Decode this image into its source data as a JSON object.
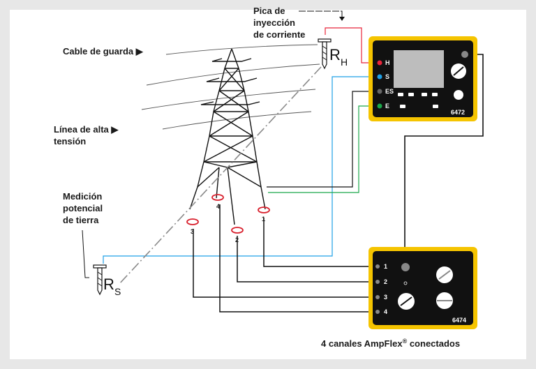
{
  "labels": {
    "injection_line1": "Pica de",
    "injection_line2": "inyección",
    "injection_line3": "de corriente",
    "guard_cable": "Cable de guarda ▶",
    "hv_line1": "Línea de alta ▶",
    "hv_line2": "tensión",
    "ground_line1": "Medición",
    "ground_line2": "potencial",
    "ground_line3": "de tierra",
    "rh_main": "R",
    "rh_sub": "H",
    "rs_main": "R",
    "rs_sub": "S",
    "caption": "4 canales AmpFlex",
    "caption_sup": "®",
    "caption_end": " conectados"
  },
  "device_6472": {
    "model": "6472",
    "terminals": [
      {
        "label": "H",
        "color": "#e8253a"
      },
      {
        "label": "S",
        "color": "#1ea0e6"
      },
      {
        "label": "ES",
        "color": "#5a5a5a"
      },
      {
        "label": "E",
        "color": "#1aa84a"
      }
    ]
  },
  "device_6474": {
    "model": "6474",
    "channels": [
      "1",
      "2",
      "3",
      "4"
    ]
  },
  "clamps": [
    "1",
    "2",
    "3",
    "4"
  ],
  "colors": {
    "device_yellow": "#f5c400",
    "device_body": "#111111",
    "h_wire": "#e8253a",
    "s_wire": "#1ea0e6",
    "e_wire": "#1aa84a"
  }
}
